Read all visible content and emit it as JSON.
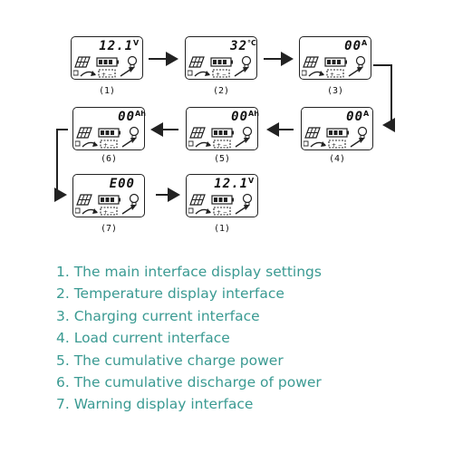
{
  "panels": [
    {
      "reading": "12.1",
      "unit": "V",
      "caption": "(1)"
    },
    {
      "reading": "32",
      "unit": "°C",
      "caption": "(2)"
    },
    {
      "reading": "00",
      "unit": "A",
      "caption": "(3)"
    },
    {
      "reading": "00",
      "unit": "A",
      "caption": "(4)"
    },
    {
      "reading": "00",
      "unit": "Ah",
      "caption": "(5)"
    },
    {
      "reading": "00",
      "unit": "Ah",
      "caption": "(6)"
    },
    {
      "reading": "E00",
      "unit": "",
      "caption": "(7)"
    },
    {
      "reading": "12.1",
      "unit": "V",
      "caption": "(1)"
    }
  ],
  "legend": [
    "1. The main interface display settings",
    "2. Temperature display interface",
    "3. Charging current interface",
    "4. Load current interface",
    "5. The cumulative charge power",
    "6. The cumulative discharge of power",
    "7. Warning display interface"
  ],
  "icons": [
    "solar-panel-icon",
    "battery-icon",
    "light-bulb-icon",
    "charge-arrow-icon",
    "discharge-arrow-icon",
    "warning-triangle-icon"
  ],
  "colors": {
    "legend_text": "#3a9a92",
    "lines": "#222222"
  }
}
